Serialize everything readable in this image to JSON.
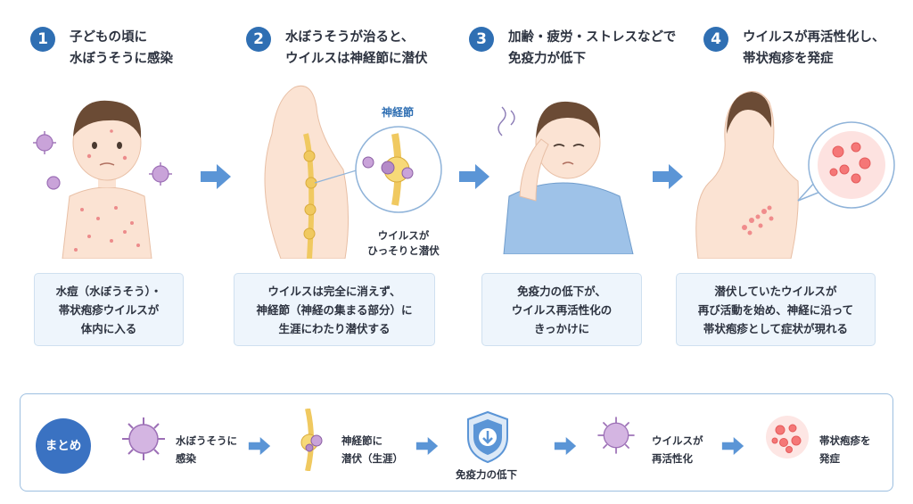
{
  "steps": [
    {
      "num": "1",
      "title": [
        "子どもの頃に",
        "水ぼうそうに感染"
      ],
      "desc": [
        "水痘（水ぼうそう）・",
        "帯状疱疹ウイルスが",
        "体内に入る"
      ]
    },
    {
      "num": "2",
      "title": [
        "水ぼうそうが治ると、",
        "ウイルスは神経節に潜伏"
      ],
      "desc": [
        "ウイルスは完全に消えず、",
        "神経節（神経の集まる部分）に",
        "生涯にわたり潜伏する"
      ],
      "callout_top": "神経節",
      "callout_bottom": [
        "ウイルスが",
        "ひっそりと潜伏"
      ]
    },
    {
      "num": "3",
      "title": [
        "加齢・疲労・ストレスなどで",
        "免疫力が低下"
      ],
      "desc": [
        "免疫力の低下が、",
        "ウイルス再活性化の",
        "きっかけに"
      ]
    },
    {
      "num": "4",
      "title": [
        "ウイルスが再活性化し、",
        "帯状疱疹を発症"
      ],
      "desc": [
        "潜伏していたウイルスが",
        "再び活動を始め、神経に沿って",
        "帯状疱疹として症状が現れる"
      ]
    }
  ],
  "summary": {
    "badge": "まとめ",
    "items": [
      {
        "text": [
          "水ぼうそうに",
          "感染"
        ],
        "icon": "virus-icon"
      },
      {
        "text": [
          "神経節に",
          "潜伏（生涯）"
        ],
        "icon": "nerve-icon"
      },
      {
        "text": [
          "免疫力の低下"
        ],
        "icon": "shield-icon"
      },
      {
        "text": [
          "ウイルスが",
          "再活性化"
        ],
        "icon": "virus-icon"
      },
      {
        "text": [
          "帯状疱疹を",
          "発症"
        ],
        "icon": "rash-icon"
      }
    ]
  },
  "colors": {
    "accent": "#2f6fb3",
    "arrow": "#5b95d6",
    "virus": "#b58bc8",
    "rash": "#f08080",
    "box_bg": "#eef5fc"
  }
}
